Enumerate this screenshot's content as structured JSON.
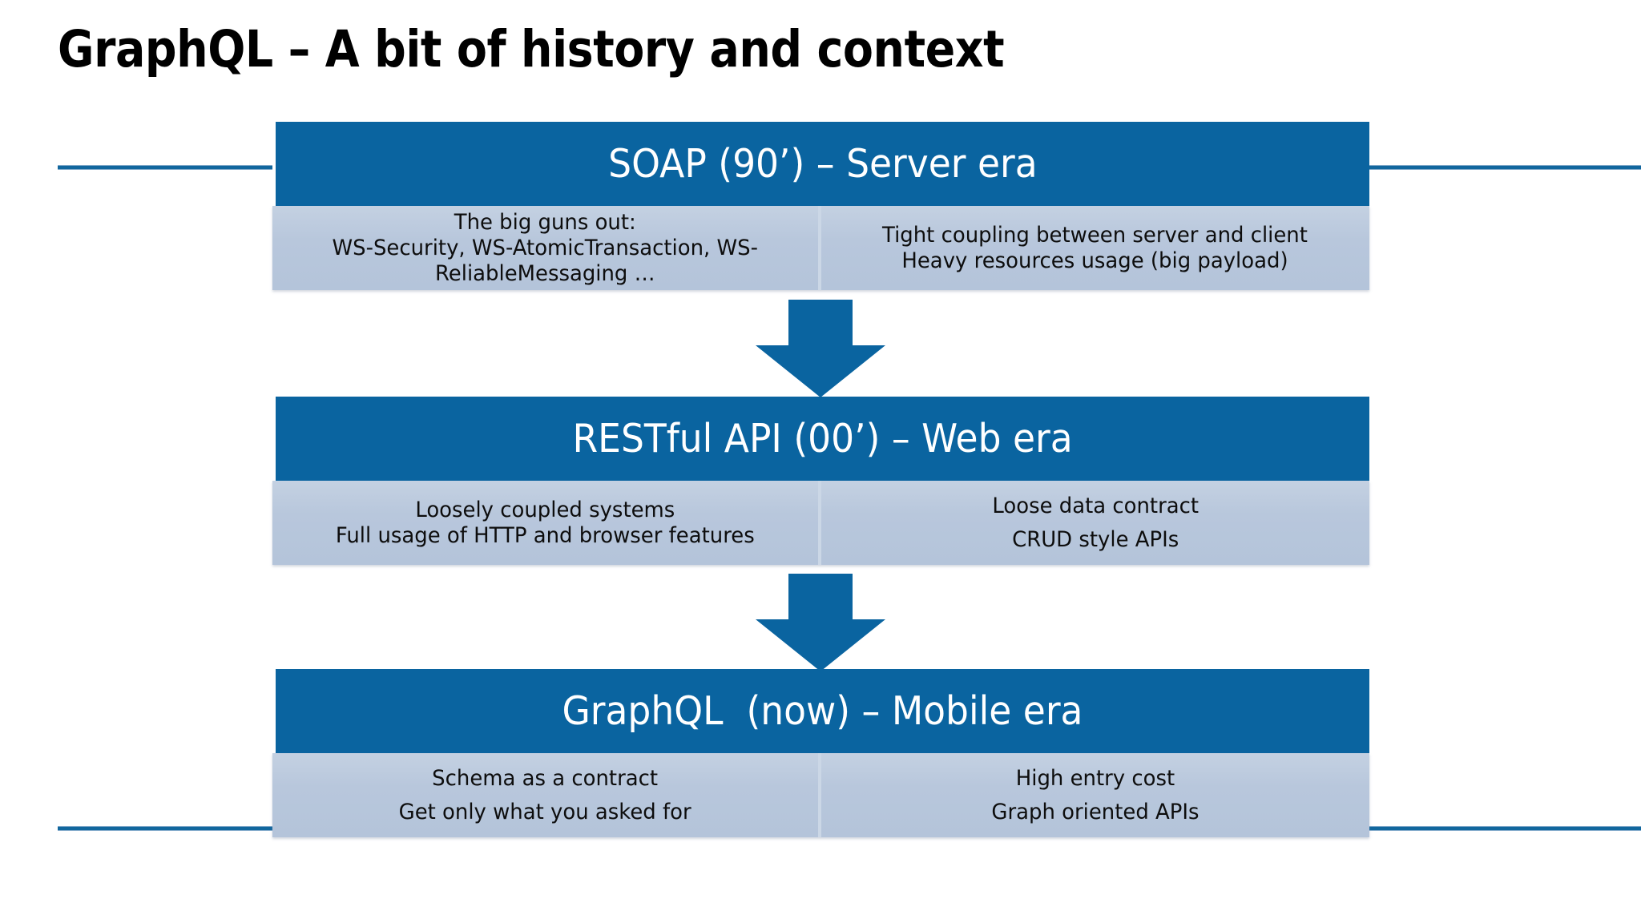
{
  "slide": {
    "title": "GraphQL – A bit of history and context",
    "accent_color": "#0A64A0",
    "panel_color": "#B8C7DC",
    "header_text_color": "#FFFFFF",
    "body_text_color": "#0D0D0D"
  },
  "timeline": [
    {
      "header": "SOAP (90’) – Server era",
      "left": "The big guns out:\nWS-Security, WS-AtomicTransaction, WS-ReliableMessaging …",
      "right": "Tight coupling between server and client\nHeavy resources usage (big payload)"
    },
    {
      "header": "RESTful API (00’) – Web era",
      "left": "Loosely coupled systems\nFull usage of HTTP and browser features",
      "right": "Loose data contract\nCRUD style APIs"
    },
    {
      "header": "GraphQL  (now) – Mobile era",
      "left": "Schema as a contract\nGet only what you asked for",
      "right": "High entry cost\nGraph oriented APIs"
    }
  ],
  "arrows": [
    {
      "name": "arrow-soap-to-rest",
      "direction": "down"
    },
    {
      "name": "arrow-rest-to-graphql",
      "direction": "down"
    }
  ]
}
